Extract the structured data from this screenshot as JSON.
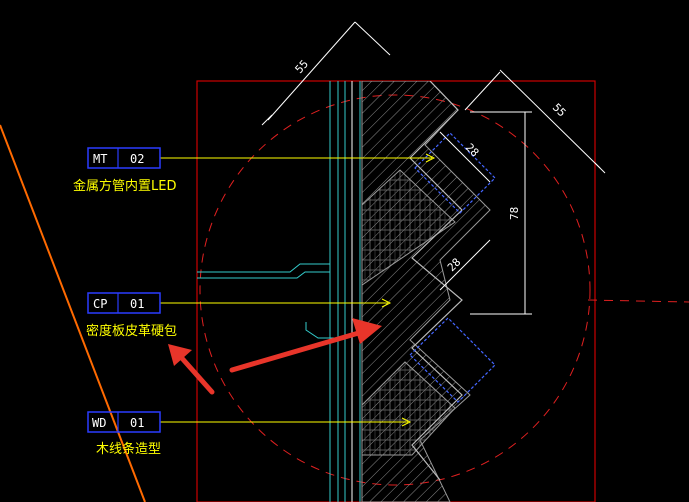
{
  "tags": [
    {
      "code": "MT",
      "number": "02",
      "caption": "金属方管内置LED"
    },
    {
      "code": "CP",
      "number": "01",
      "caption": "密度板皮革硬包"
    },
    {
      "code": "WD",
      "number": "01",
      "caption": "木线条造型"
    }
  ],
  "dimensions": {
    "top_left": "55",
    "top_right": "55",
    "upper_28": "28",
    "lower_28": "28",
    "vertical": "78"
  },
  "colors": {
    "background": "#000000",
    "frame": "#cc0000",
    "leader": "#ffff00",
    "tag_border": "#2a3cff",
    "cyan_lines": "#33cccc",
    "hatch": "#7a7a7a",
    "dashed_blue": "#4466ff",
    "annotation_arrows": "#e8352a",
    "orange_line": "#ff6a00"
  }
}
